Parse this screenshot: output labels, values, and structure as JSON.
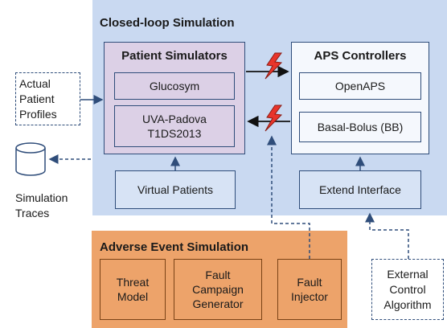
{
  "closed_loop": {
    "title": "Closed-loop Simulation",
    "patient_simulators": {
      "title": "Patient Simulators",
      "items": [
        "Glucosym",
        "UVA-Padova\nT1DS2013"
      ]
    },
    "aps_controllers": {
      "title": "APS Controllers",
      "items": [
        "OpenAPS",
        "Basal-Bolus (BB)"
      ]
    },
    "virtual_patients": "Virtual Patients",
    "extend_interface": "Extend Interface"
  },
  "adverse_event": {
    "title": "Adverse Event Simulation",
    "items": [
      "Threat\nModel",
      "Fault\nCampaign\nGenerator",
      "Fault\nInjector"
    ]
  },
  "actual_patient_profiles": "Actual\nPatient\nProfiles",
  "simulation_traces": "Simulation\nTraces",
  "external_control": "External\nControl\nAlgorithm",
  "colors": {
    "closed_loop_bg": "#c9d9f1",
    "patient_box": "#dcd0e6",
    "adverse_bg": "#eda36a",
    "arrow": "#2f4d7a",
    "lightning": "#e8352b"
  }
}
